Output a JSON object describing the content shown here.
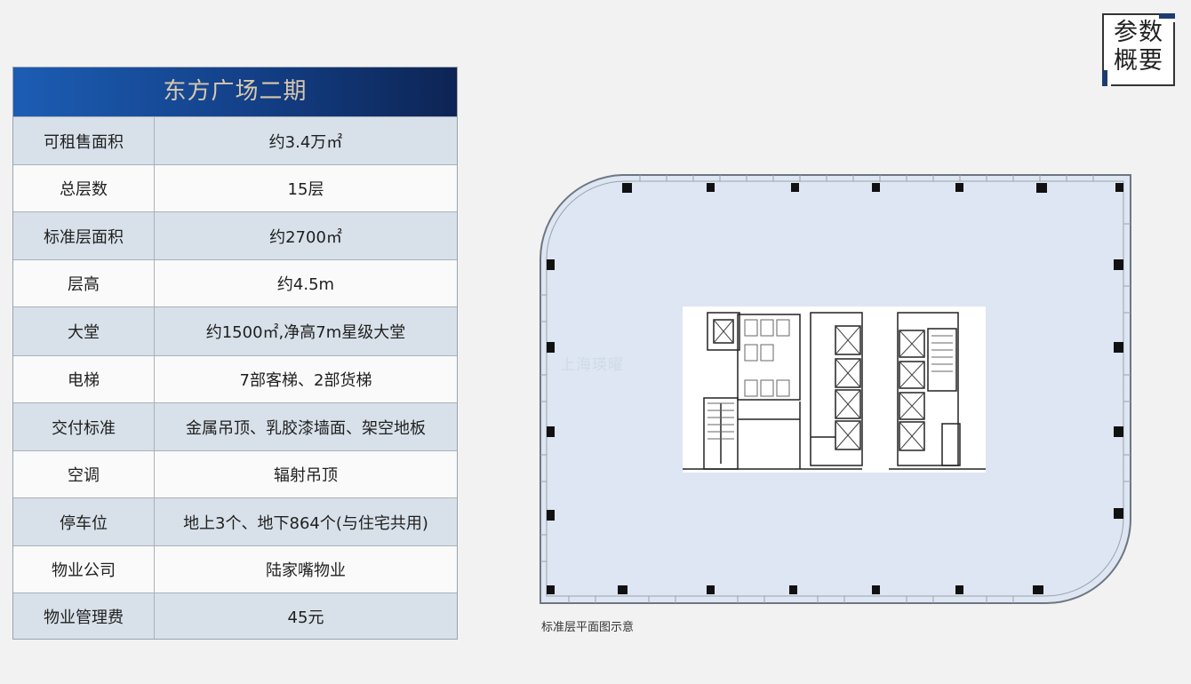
{
  "badge": {
    "line1": "参数",
    "line2": "概要"
  },
  "table": {
    "title": "东方广场二期",
    "rows": [
      {
        "key": "可租售面积",
        "value": "约3.4万㎡"
      },
      {
        "key": "总层数",
        "value": "15层"
      },
      {
        "key": "标准层面积",
        "value": "约2700㎡"
      },
      {
        "key": "层高",
        "value": "约4.5m"
      },
      {
        "key": "大堂",
        "value": "约1500㎡,净高7m星级大堂"
      },
      {
        "key": "电梯",
        "value": "7部客梯、2部货梯"
      },
      {
        "key": "交付标准",
        "value": "金属吊顶、乳胶漆墙面、架空地板"
      },
      {
        "key": "空调",
        "value": "辐射吊顶"
      },
      {
        "key": "停车位",
        "value": "地上3个、地下864个(与住宅共用)"
      },
      {
        "key": "物业公司",
        "value": "陆家嘴物业"
      },
      {
        "key": "物业管理费",
        "value": "45元"
      }
    ]
  },
  "floor_plan": {
    "caption": "标准层平面图示意",
    "watermark": "上海瑛曜"
  },
  "colors": {
    "header_gradient_start": "#1c5db4",
    "header_gradient_end": "#0d2454",
    "header_text": "#d8c8ae",
    "row_shade": "#d8e1ea",
    "row_plain": "#fafafa",
    "plan_fill": "#dde6f2"
  }
}
